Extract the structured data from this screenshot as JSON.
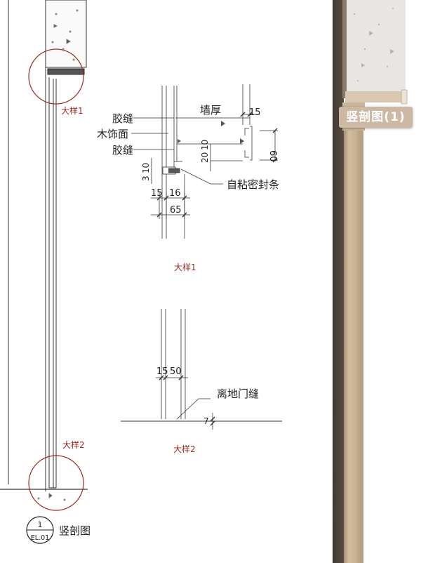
{
  "left_panel": {
    "callout_1": "大样1",
    "callout_2": "大样2",
    "title_badge": {
      "number": "1",
      "sheet": "EL.01",
      "title": "竖剖图"
    }
  },
  "detail_1": {
    "label_glue_top": "胶缝",
    "label_wood_face": "木饰面",
    "label_glue_bottom": "胶缝",
    "label_wall_thickness": "墙厚",
    "label_seal_strip": "自粘密封条",
    "dim_15_top": "15",
    "dim_60": "60",
    "dim_20": "20",
    "dim_10_a": "10",
    "dim_3": "3",
    "dim_10_b": "10",
    "dim_15_bottom": "15",
    "dim_16": "16",
    "dim_65": "65",
    "caption": "大样1"
  },
  "detail_2": {
    "dim_15": "15",
    "dim_50": "50",
    "label_floor_gap": "离地门缝",
    "dim_7": "7",
    "caption": "大样2"
  },
  "render_panel": {
    "badge": "竖剖图(1)",
    "colors": {
      "wood": "#c9b394",
      "concrete": "#e9e7e3",
      "dark_edge": "#5a4f45"
    }
  }
}
